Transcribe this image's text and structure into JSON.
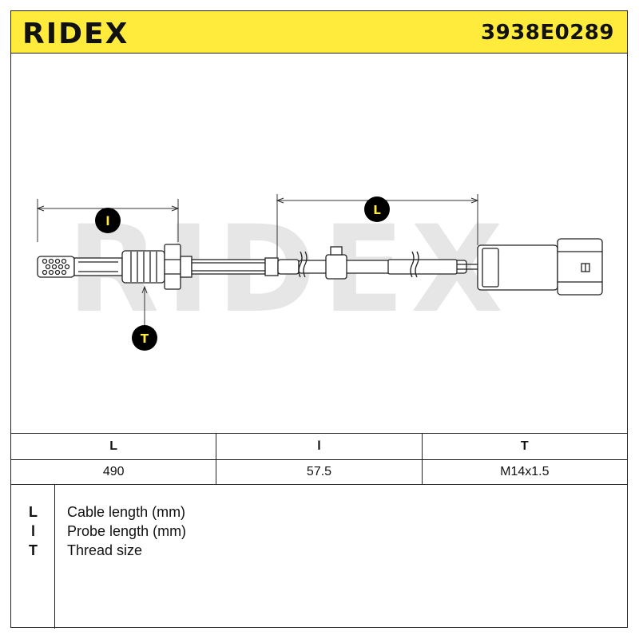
{
  "header": {
    "brand": "RIDEX",
    "part_number": "3938E0289"
  },
  "drawing": {
    "markers": {
      "L": "L",
      "l": "l",
      "T": "T"
    },
    "watermark": "RIDEX"
  },
  "dimensions": {
    "headers": [
      "L",
      "l",
      "T"
    ],
    "values": [
      "490",
      "57.5",
      "M14x1.5"
    ]
  },
  "legend": [
    {
      "key": "L",
      "description": "Cable length (mm)"
    },
    {
      "key": "l",
      "description": "Probe length (mm)"
    },
    {
      "key": "T",
      "description": "Thread size"
    }
  ],
  "colors": {
    "header_bg": "#ffeb3b",
    "watermark": "#e6e6e6",
    "marker": "#000000",
    "marker_text": "#ffeb3b"
  }
}
